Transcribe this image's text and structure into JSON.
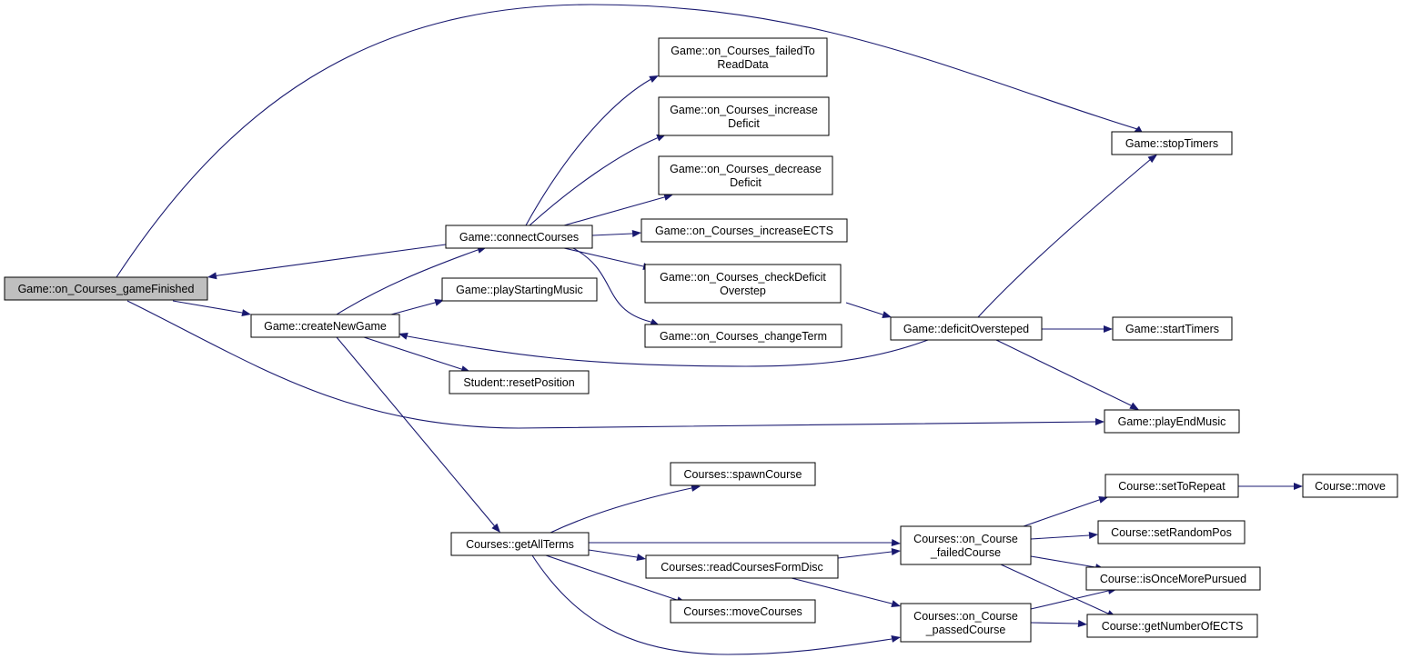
{
  "graph": {
    "nodes": {
      "on_Courses_gameFinished": {
        "lines": [
          "Game::on_Courses_gameFinished"
        ],
        "root": true
      },
      "connectCourses": {
        "lines": [
          "Game::connectCourses"
        ]
      },
      "createNewGame": {
        "lines": [
          "Game::createNewGame"
        ]
      },
      "playStartingMusic": {
        "lines": [
          "Game::playStartingMusic"
        ]
      },
      "resetPosition": {
        "lines": [
          "Student::resetPosition"
        ]
      },
      "failedToReadData": {
        "lines": [
          "Game::on_Courses_failedTo",
          "ReadData"
        ]
      },
      "increaseDeficit": {
        "lines": [
          "Game::on_Courses_increase",
          "Deficit"
        ]
      },
      "decreaseDeficit": {
        "lines": [
          "Game::on_Courses_decrease",
          "Deficit"
        ]
      },
      "increaseECTS": {
        "lines": [
          "Game::on_Courses_increaseECTS"
        ]
      },
      "checkDeficitOverstep": {
        "lines": [
          "Game::on_Courses_checkDeficit",
          "Overstep"
        ]
      },
      "changeTerm": {
        "lines": [
          "Game::on_Courses_changeTerm"
        ]
      },
      "deficitOversteped": {
        "lines": [
          "Game::deficitOversteped"
        ]
      },
      "stopTimers": {
        "lines": [
          "Game::stopTimers"
        ]
      },
      "startTimers": {
        "lines": [
          "Game::startTimers"
        ]
      },
      "playEndMusic": {
        "lines": [
          "Game::playEndMusic"
        ]
      },
      "getAllTerms": {
        "lines": [
          "Courses::getAllTerms"
        ]
      },
      "spawnCourse": {
        "lines": [
          "Courses::spawnCourse"
        ]
      },
      "readCoursesFormDisc": {
        "lines": [
          "Courses::readCoursesFormDisc"
        ]
      },
      "moveCourses": {
        "lines": [
          "Courses::moveCourses"
        ]
      },
      "failedCourse": {
        "lines": [
          "Courses::on_Course",
          "_failedCourse"
        ]
      },
      "passedCourse": {
        "lines": [
          "Courses::on_Course",
          "_passedCourse"
        ]
      },
      "setToRepeat": {
        "lines": [
          "Course::setToRepeat"
        ]
      },
      "courseMove": {
        "lines": [
          "Course::move"
        ]
      },
      "setRandomPos": {
        "lines": [
          "Course::setRandomPos"
        ]
      },
      "isOnceMorePursued": {
        "lines": [
          "Course::isOnceMorePursued"
        ]
      },
      "getNumberOfECTS": {
        "lines": [
          "Course::getNumberOfECTS"
        ]
      }
    }
  }
}
